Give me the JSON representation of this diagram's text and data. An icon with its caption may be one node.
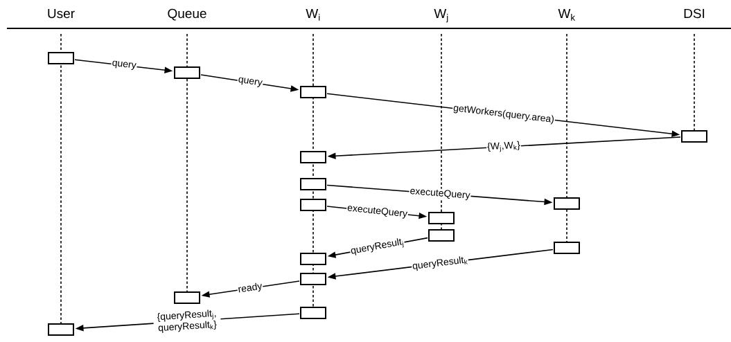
{
  "diagram": {
    "nodes": [
      {
        "text": [],
        "shape": "box"
      },
      {
        "text": [],
        "shape": "box"
      },
      {
        "text": [],
        "shape": "box"
      },
      {
        "text": [],
        "shape": "box"
      },
      {
        "text": [],
        "shape": "box"
      },
      {
        "text": [],
        "shape": "box"
      },
      {
        "text": [],
        "shape": "box"
      },
      {
        "text": [],
        "shape": "box"
      },
      {
        "text": [],
        "shape": "box"
      },
      {
        "text": [],
        "shape": "box"
      },
      {
        "text": [],
        "shape": "box"
      },
      {
        "text": [],
        "shape": "box"
      },
      {
        "text": [],
        "shape": "box"
      },
      {
        "text": [],
        "shape": "box"
      },
      {
        "text": [],
        "shape": "box"
      },
      {
        "text": [],
        "shape": "box"
      }
    ],
    "edges": [
      {
        "from": 0,
        "to": 1,
        "arrow": "to",
        "label": "query"
      },
      {
        "from": 1,
        "to": 2,
        "arrow": "to",
        "label": "query"
      },
      {
        "from": 2,
        "to": 3,
        "arrow": "to",
        "label": "getWorkers(query.area)"
      },
      {
        "from": 3,
        "to": 4,
        "arrow": "to",
        "label": "{W$_{j}$,W$_{k}$}"
      },
      {
        "from": 5,
        "to": 6,
        "arrow": "to",
        "label": "executeQuery"
      },
      {
        "from": 7,
        "to": 8,
        "arrow": "to",
        "label": "executeQuery"
      },
      {
        "from": 9,
        "to": 11,
        "arrow": "to",
        "label": "queryResult$_{j}$"
      },
      {
        "from": 10,
        "to": 12,
        "arrow": "to",
        "label": "queryResult$_{k}$"
      },
      {
        "from": 12,
        "to": 13,
        "arrow": "to",
        "label": "ready"
      },
      {
        "from": 14,
        "to": 15,
        "arrow": "to",
        "label": "{queryResult$_{j}$, queryResult$_{k}$}"
      }
    ],
    "labels": [
      "User",
      "Queue",
      "W$_{i}$",
      "W$_{j}$",
      "W$_{k}$",
      "DSI"
    ]
  }
}
